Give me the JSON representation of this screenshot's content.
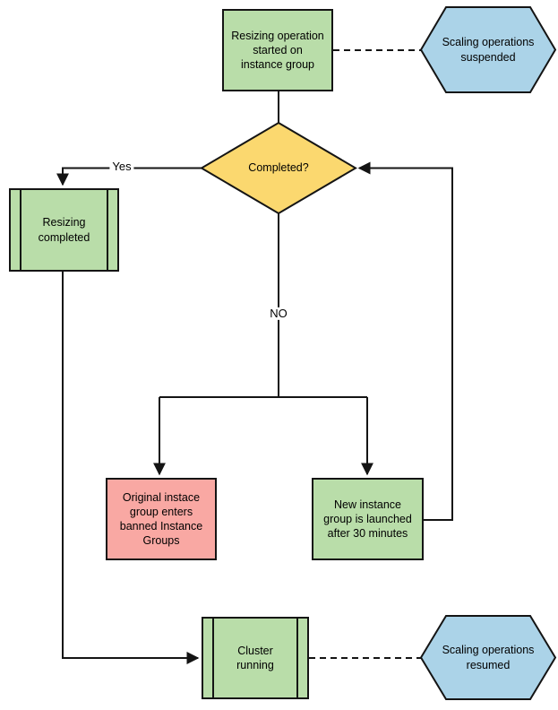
{
  "diagram": {
    "nodes": {
      "start": {
        "type": "process",
        "label": "Resizing operation\nstarted on\ninstance group"
      },
      "scaling_suspended": {
        "type": "hexagon",
        "label": "Scaling operations\nsuspended"
      },
      "completed": {
        "type": "decision",
        "label": "Completed?"
      },
      "resizing_completed": {
        "type": "predefined-process",
        "label": "Resizing\ncompleted"
      },
      "banned_group": {
        "type": "process",
        "label": "Original instace\ngroup enters\nbanned Instance\nGroups"
      },
      "new_group": {
        "type": "process",
        "label": "New instance\ngroup is launched\nafter 30 minutes"
      },
      "cluster_running": {
        "type": "predefined-process",
        "label": "Cluster\nrunning"
      },
      "scaling_resumed": {
        "type": "hexagon",
        "label": "Scaling operations\nresumed"
      }
    },
    "edge_labels": {
      "yes": "Yes",
      "no": "NO"
    },
    "colors": {
      "process_green": "#b9dda9",
      "decision_yellow": "#fbd86f",
      "hexagon_blue": "#abd3e8",
      "alert_pink": "#f9a8a3",
      "line_black": "#141414"
    }
  }
}
